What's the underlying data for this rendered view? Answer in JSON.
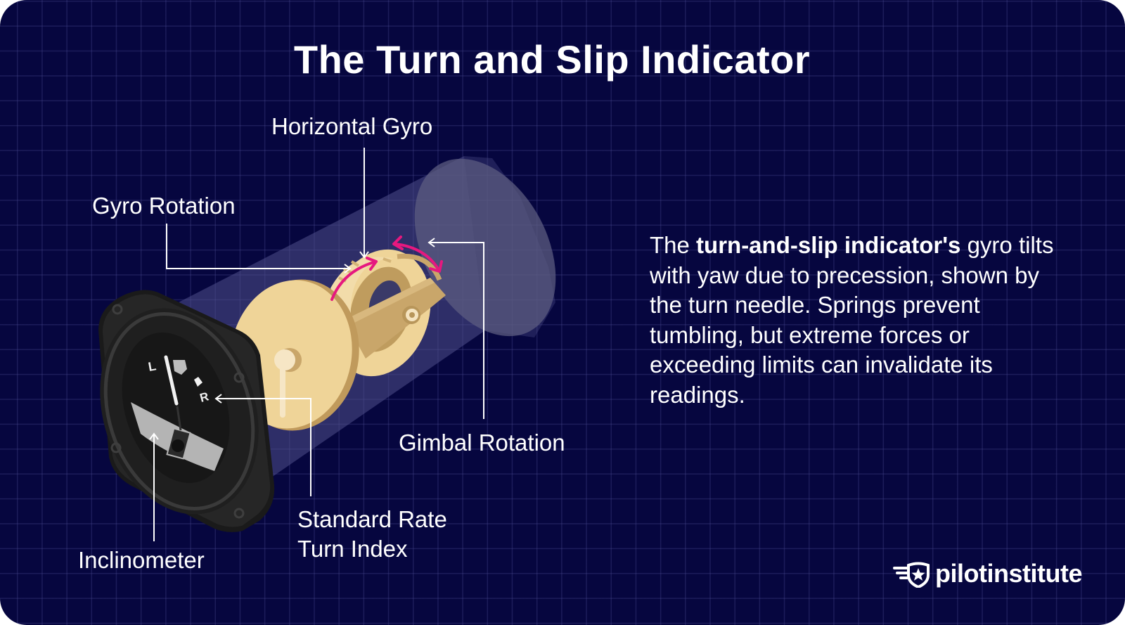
{
  "title": "The Turn and Slip Indicator",
  "labels": {
    "horizontal_gyro": "Horizontal Gyro",
    "gyro_rotation": "Gyro Rotation",
    "gimbal_rotation": "Gimbal Rotation",
    "standard_rate_line1": "Standard Rate",
    "standard_rate_line2": "Turn Index",
    "inclinometer": "Inclinometer"
  },
  "dial": {
    "left_mark": "L",
    "right_mark": "R"
  },
  "description": {
    "prefix": "The ",
    "bold": "turn-and-slip indicator's",
    "rest": " gyro tilts with yaw due to precession, shown by the turn needle. Springs prevent tumbling, but extreme forces or exceeding limits can invalidate its readings."
  },
  "logo": {
    "text": "pilotinstitute",
    "icon": "winged-shield-star-icon"
  },
  "colors": {
    "background": "#06063f",
    "grid": "#1e1e5a",
    "accent_arrow": "#e6187f",
    "gyro_light": "#efd498",
    "gyro_mid": "#d4b477",
    "gyro_dark": "#c09a5c",
    "instrument_body": "#1e1e1e",
    "text": "#ffffff"
  }
}
